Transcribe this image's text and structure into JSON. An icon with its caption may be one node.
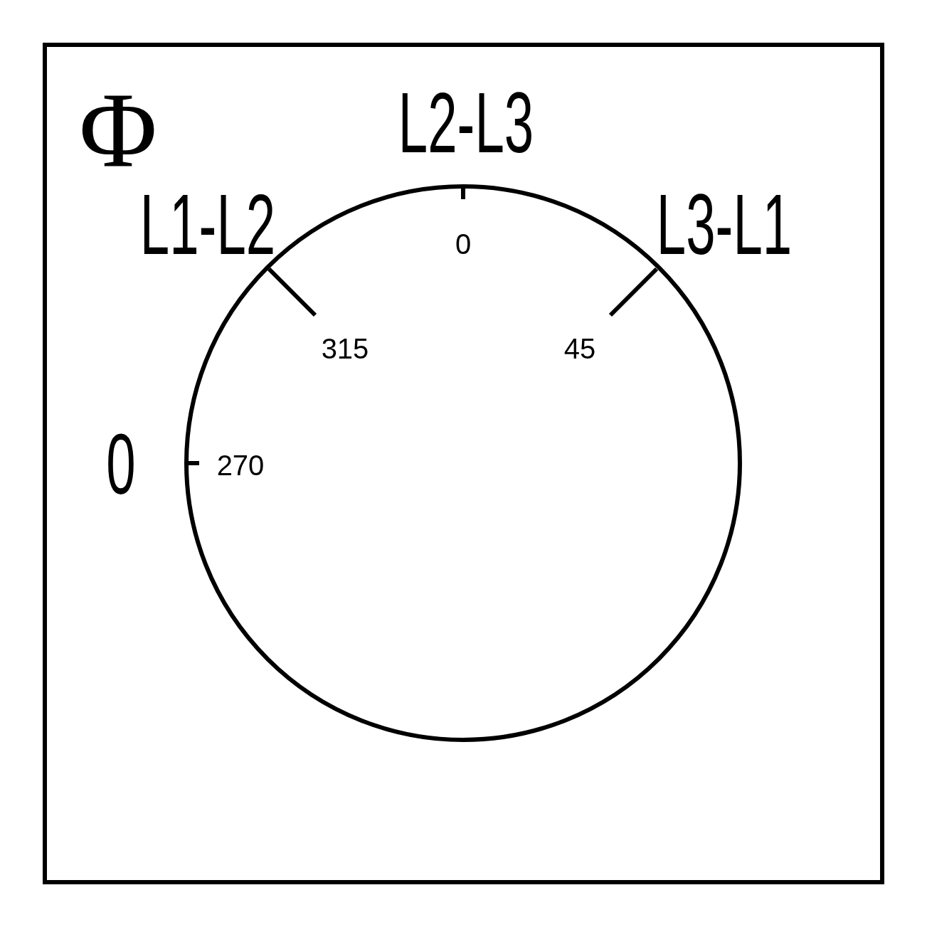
{
  "diagram": {
    "nodes": [
      {
        "text": [
          "0",
          "315",
          "45",
          "270"
        ]
      }
    ],
    "labels": [
      "Φ",
      "L2-L3",
      "L1-L2",
      "L3-L1",
      "0"
    ]
  }
}
